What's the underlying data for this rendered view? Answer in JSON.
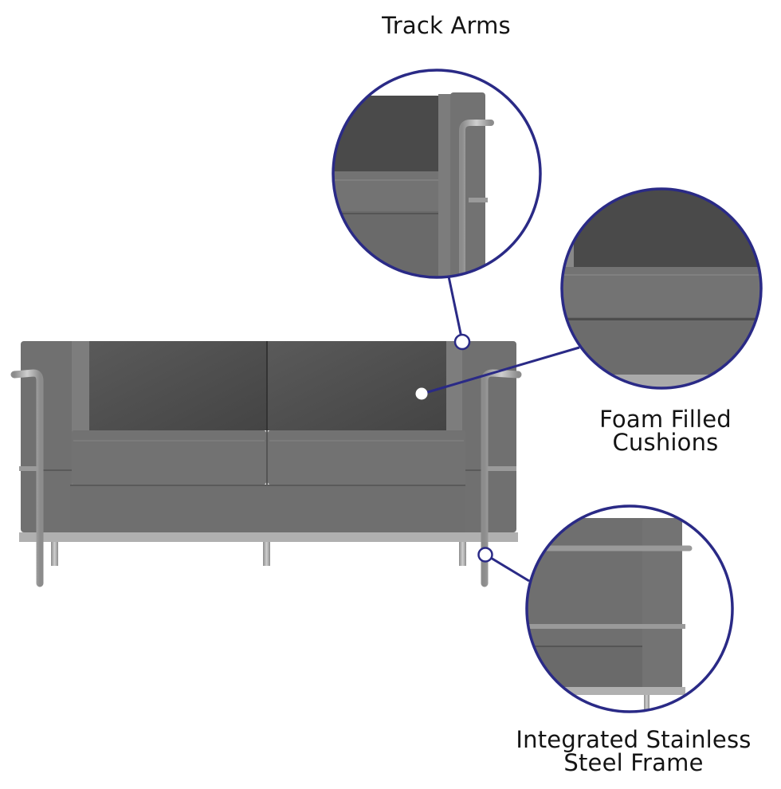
{
  "colors": {
    "accent": "#2a2a86",
    "fabric_light": "#7a7a7a",
    "fabric_mid": "#6d6d6d",
    "fabric_dark": "#4a4a4a",
    "steel": "#a8a8a8",
    "background": "#ffffff"
  },
  "callouts": [
    {
      "id": "track-arms",
      "label": "Track Arms",
      "icon": "zoom-detail-circle"
    },
    {
      "id": "foam-cushions",
      "label_line1": "Foam Filled",
      "label_line2": "Cushions",
      "icon": "zoom-detail-circle"
    },
    {
      "id": "steel-frame",
      "label_line1": "Integrated Stainless",
      "label_line2": "Steel Frame",
      "icon": "zoom-detail-circle"
    }
  ],
  "product": {
    "type": "loveseat",
    "seats": 2
  }
}
